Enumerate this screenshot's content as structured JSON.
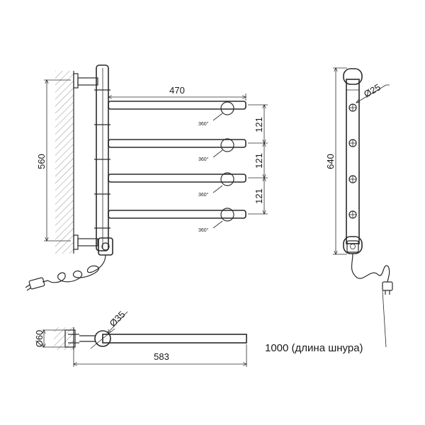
{
  "colors": {
    "line": "#2a2a2a",
    "hatch": "#666666",
    "background": "#ffffff"
  },
  "front_view": {
    "rail_length": "470",
    "rail_spacing": [
      "121",
      "121",
      "121"
    ],
    "height": "560",
    "rotation_labels": [
      "360°",
      "360°",
      "360°",
      "360°"
    ]
  },
  "side_view": {
    "diameter": "Ø25",
    "height": "640"
  },
  "top_view": {
    "diameter": "Ø35",
    "mount_depth": "Ø60",
    "length": "583"
  },
  "cord_note": "1000 (длина шнура)"
}
